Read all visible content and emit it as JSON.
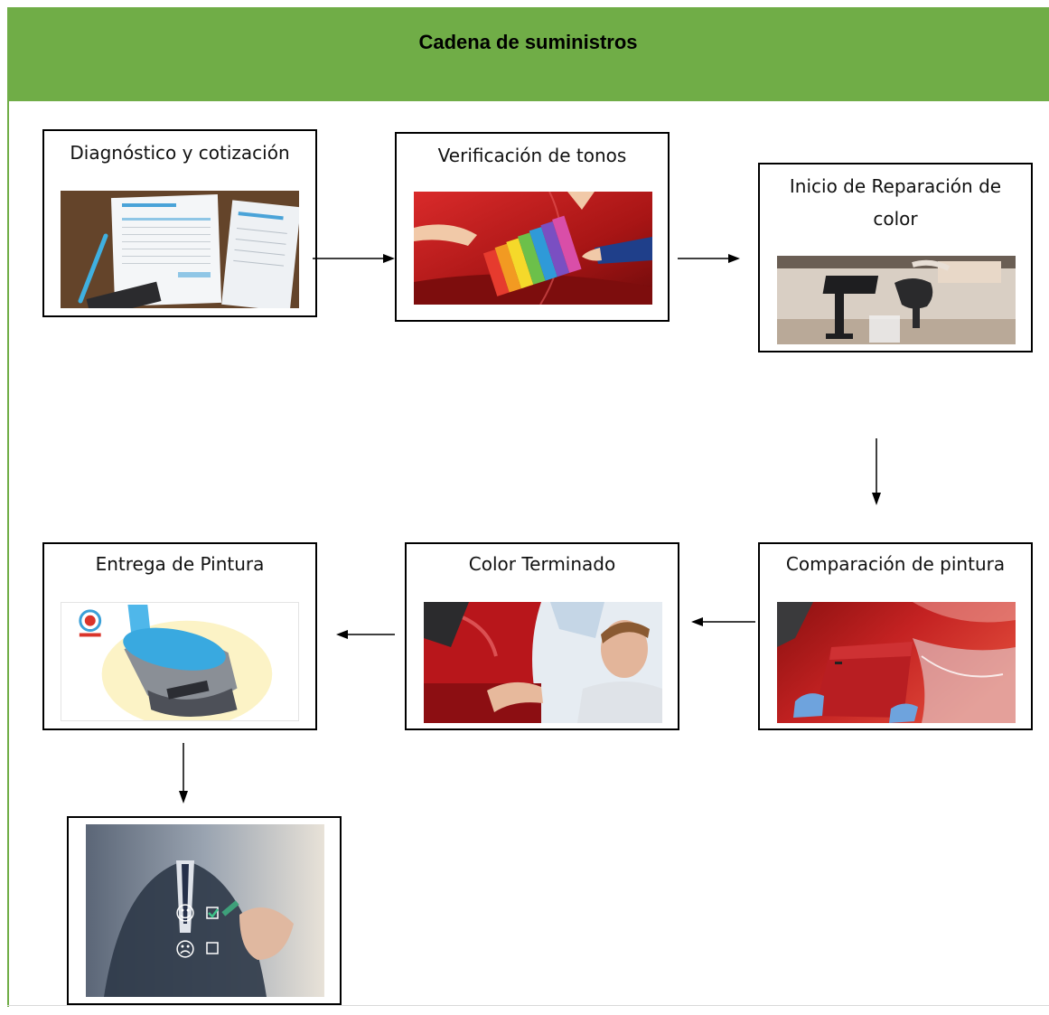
{
  "header": {
    "title": "Cadena de suministros"
  },
  "steps": {
    "diagnostico": {
      "label": "Diagnóstico y cotización",
      "image": "invoice-documents-image"
    },
    "verificacion": {
      "label": "Verificación de tonos",
      "image": "color-swatch-car-image"
    },
    "inicio": {
      "label_line1": "Inicio de Reparación de",
      "label_line2": "color",
      "image": "paint-spray-machine-image"
    },
    "comparacion": {
      "label": "Comparación de pintura",
      "image": "paint-card-red-car-image"
    },
    "color_terminado": {
      "label": "Color Terminado",
      "image": "technician-red-car-image"
    },
    "entrega": {
      "label": "Entrega de Pintura",
      "image": "blue-paint-can-image"
    },
    "satisfaccion": {
      "image": "satisfaction-survey-image",
      "smile_icon": "☺",
      "frown_icon": "☹"
    }
  },
  "colors": {
    "header_green": "#70ad47",
    "border": "#000000",
    "car_red": "#b01c1c",
    "paint_blue": "#39a9e0"
  }
}
